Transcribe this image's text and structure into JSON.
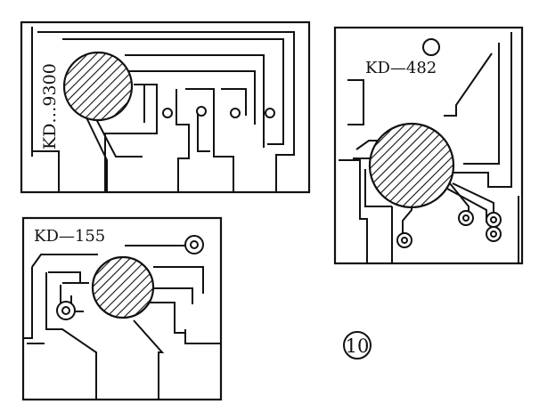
{
  "boards": [
    {
      "id": "kd9300",
      "label": "KD…9300"
    },
    {
      "id": "kd482",
      "label": "KD—482"
    },
    {
      "id": "kd155",
      "label": "KD—155"
    }
  ],
  "figure_number": "10",
  "colors": {
    "ink": "#111111",
    "paper": "#ffffff"
  }
}
